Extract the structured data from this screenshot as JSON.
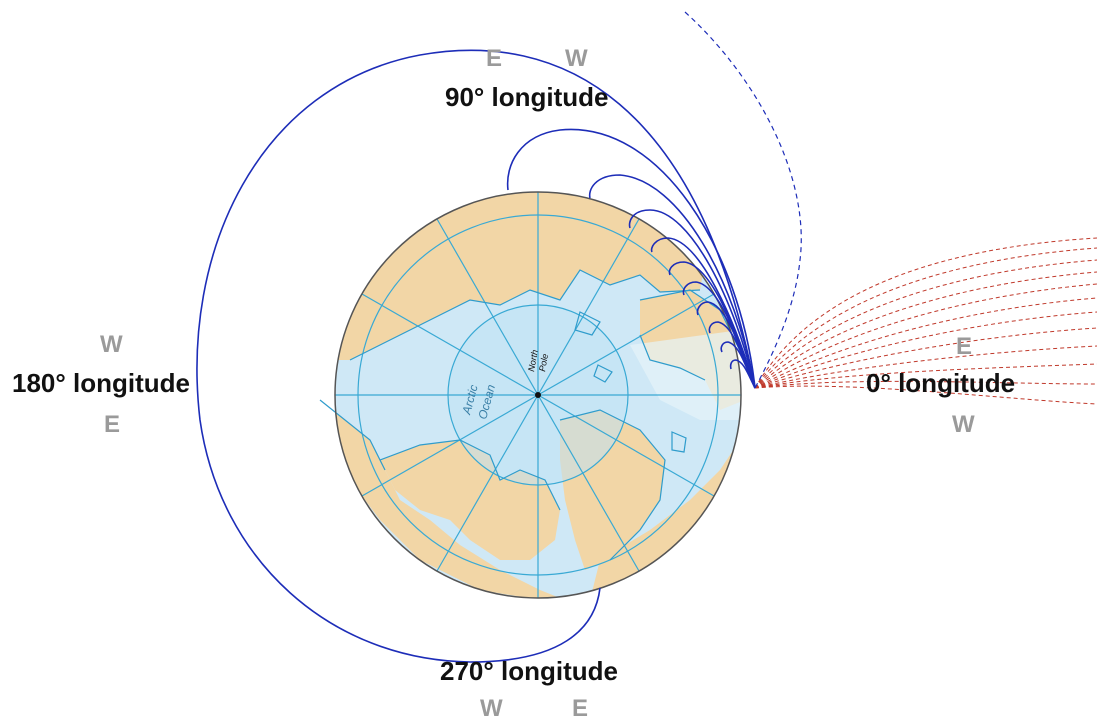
{
  "labels": {
    "lon_90": "90° longitude",
    "lon_180": "180° longitude",
    "lon_0": "0° longitude",
    "lon_270": "270° longitude"
  },
  "directions": {
    "lon_90": [
      "E",
      "W"
    ],
    "lon_180": [
      "W",
      "E"
    ],
    "lon_0": [
      "E",
      "W"
    ],
    "lon_270": [
      "W",
      "E"
    ]
  },
  "map": {
    "pole_label_line1": "North",
    "pole_label_line2": "Pole",
    "ocean_label_line1": "Arctic",
    "ocean_label_line2": "Ocean"
  },
  "colors": {
    "land": "#f2d6a6",
    "ocean": "#cfe8f6",
    "ocean_deep": "#bfe1f4",
    "graticule": "#39a9d4",
    "coast": "#2f9ccc",
    "closed_field_line": "#1d2db8",
    "open_field_line": "#c0392b"
  }
}
